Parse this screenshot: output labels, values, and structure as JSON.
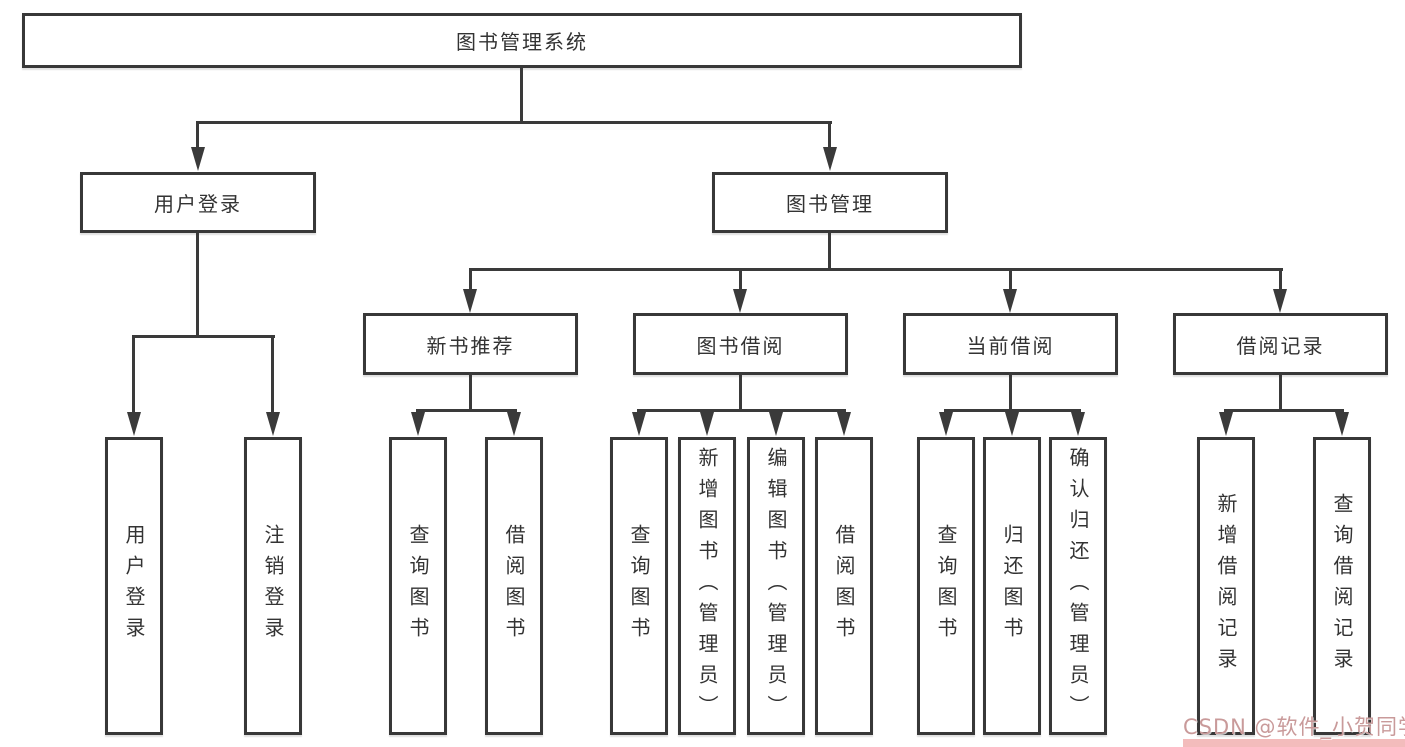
{
  "root": {
    "label": "图书管理系统"
  },
  "user": {
    "label": "用户登录",
    "children": [
      "用户登录",
      "注销登录"
    ]
  },
  "book": {
    "label": "图书管理",
    "sections": [
      {
        "label": "新书推荐",
        "children": [
          "查询图书",
          "借阅图书"
        ]
      },
      {
        "label": "图书借阅",
        "children": [
          "查询图书",
          "新增图书（管理员）",
          "编辑图书（管理员）",
          "借阅图书"
        ]
      },
      {
        "label": "当前借阅",
        "children": [
          "查询图书",
          "归还图书",
          "确认归还（管理员）"
        ]
      },
      {
        "label": "借阅记录",
        "children": [
          "新增借阅记录",
          "查询借阅记录"
        ]
      }
    ]
  },
  "watermark": {
    "text": "CSDN @软件_小贺同学"
  },
  "colors": {
    "line": "#3a3a3a",
    "box_border": "#383838",
    "text": "#333333",
    "background": "#ffffff",
    "watermark_text": "#c99a9a",
    "watermark_bar": "#f3bcbc"
  }
}
